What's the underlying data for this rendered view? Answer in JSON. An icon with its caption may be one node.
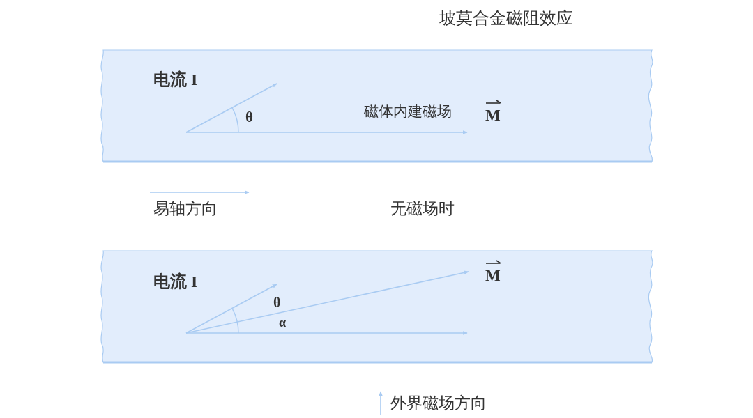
{
  "diagram": {
    "title": "坡莫合金磁阻效应",
    "nodes": [
      {
        "text": [
          "电流 I",
          "θ",
          "磁体内建磁场",
          "M"
        ]
      },
      {
        "text": [
          "电流 I",
          "M",
          "θ",
          "α"
        ]
      }
    ],
    "labels": [
      "易轴方向",
      "无磁场时",
      "外界磁场方向"
    ]
  }
}
